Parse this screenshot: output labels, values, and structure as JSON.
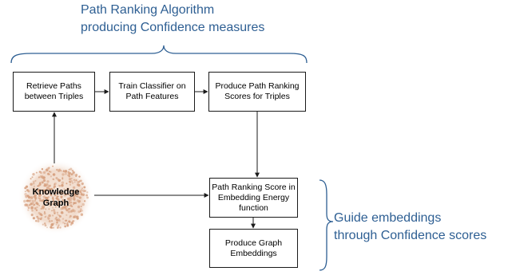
{
  "annotations": {
    "top_line1": "Path Ranking Algorithm",
    "top_line2": "producing Confidence measures",
    "right_line1": "Guide embeddings",
    "right_line2": "through Confidence scores"
  },
  "boxes": {
    "retrieve": {
      "line1": "Retrieve Paths",
      "line2": "between Triples"
    },
    "train": {
      "line1": "Train Classifier on",
      "line2": "Path Features"
    },
    "produce": {
      "line1": "Produce Path Ranking",
      "line2": "Scores for Triples"
    },
    "score": {
      "line1": "Path Ranking Score in",
      "line2": "Embedding Energy",
      "line3": "function"
    },
    "embed": {
      "line1": "Produce Graph",
      "line2": "Embeddings"
    }
  },
  "knowledge_graph": {
    "line1": "Knowledge",
    "line2": "Graph"
  },
  "colors": {
    "annotation_text": "#2e5f93",
    "brace": "#2e5f93",
    "graph_nodes": "#d6a07f",
    "graph_glow": "#f2e2d6"
  }
}
